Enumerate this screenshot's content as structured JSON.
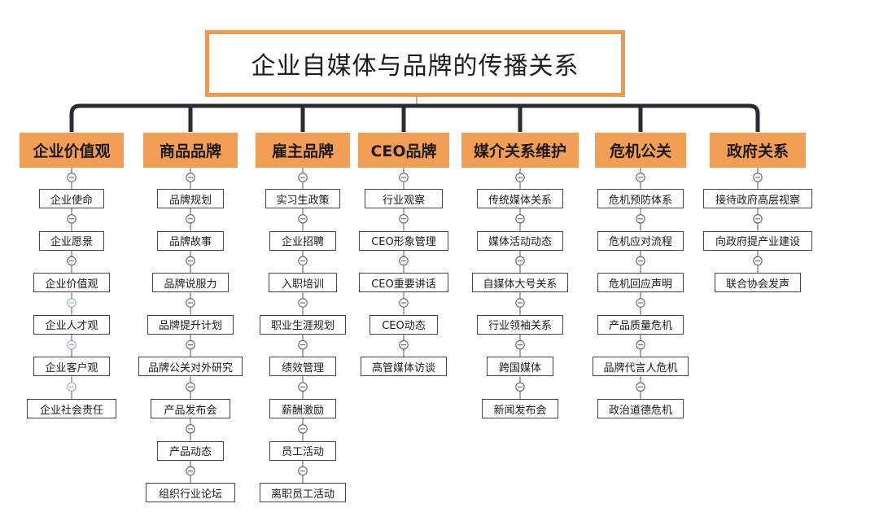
{
  "title": "企业自媒体与品牌的传播关系",
  "colors": {
    "accent": "#f29f55",
    "root_border": "#ef9a4f",
    "connector": "#2d2a33",
    "faint_node": "#8aa0c8"
  },
  "branches": [
    {
      "label": "企业价值观",
      "items": [
        "企业使命",
        "企业愿景",
        "企业价值观",
        "企业人才观",
        "企业客户观",
        "企业社会责任"
      ]
    },
    {
      "label": "商品品牌",
      "items": [
        "品牌规划",
        "品牌故事",
        "品牌说服力",
        "品牌提升计划",
        "品牌公关对外研究",
        "产品发布会",
        "产品动态",
        "组织行业论坛"
      ]
    },
    {
      "label": "雇主品牌",
      "items": [
        "实习生政策",
        "企业招聘",
        "入职培训",
        "职业生涯规划",
        "绩效管理",
        "薪酬激励",
        "员工活动",
        "离职员工活动"
      ]
    },
    {
      "label": "CEO品牌",
      "items": [
        "行业观察",
        "CEO形象管理",
        "CEO重要讲话",
        "CEO动态",
        "高管媒体访谈"
      ]
    },
    {
      "label": "媒介关系维护",
      "items": [
        "传统媒体关系",
        "媒体活动动态",
        "自媒体大号关系",
        "行业领袖关系",
        "跨国媒体",
        "新闻发布会"
      ]
    },
    {
      "label": "危机公关",
      "items": [
        "危机预防体系",
        "危机应对流程",
        "危机回应声明",
        "产品质量危机",
        "品牌代言人危机",
        "政治道德危机"
      ]
    },
    {
      "label": "政府关系",
      "items": [
        "接待政府高层视察",
        "向政府提产业建设",
        "联合协会发声"
      ]
    }
  ]
}
